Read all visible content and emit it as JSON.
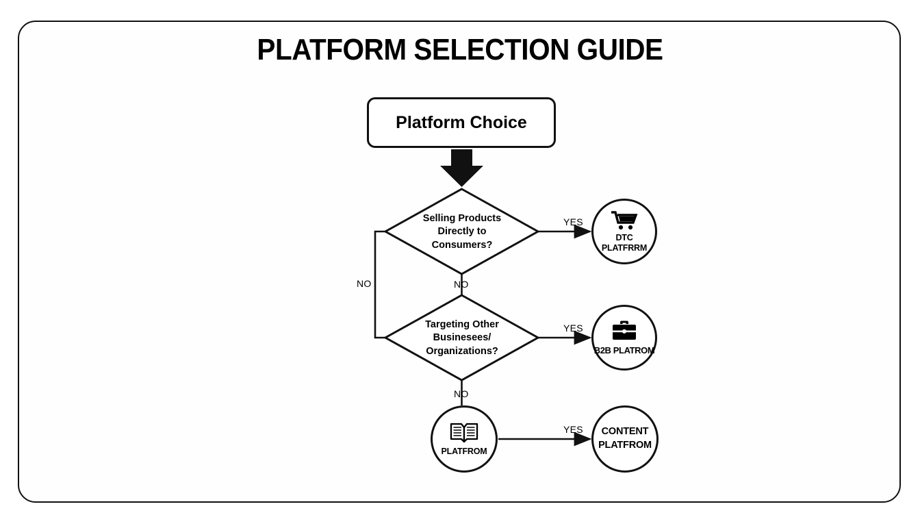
{
  "document": {
    "title": "PLATFORM SELECTION GUIDE"
  },
  "flow": {
    "start": {
      "label": "Platform Choice",
      "shape": "rounded-rectangle"
    },
    "decisions": [
      {
        "id": "dtc-question",
        "lines": [
          "Selling Products",
          "Directly to",
          "Consumers?"
        ],
        "shape": "diamond"
      },
      {
        "id": "b2b-question",
        "lines": [
          "Targeting Other",
          "Businesees/",
          "Organizations?"
        ],
        "shape": "diamond"
      }
    ],
    "outcomes": [
      {
        "id": "dtc-platform",
        "icon": "shopping-cart-icon",
        "lines": [
          "DTC",
          "PLATFRRM"
        ],
        "shape": "circle"
      },
      {
        "id": "b2b-platform",
        "icon": "briefcase-icon",
        "lines": [
          "B2B PLATROM"
        ],
        "shape": "circle"
      },
      {
        "id": "book-platform",
        "icon": "open-book-icon",
        "lines": [
          "PLATFROM"
        ],
        "shape": "circle"
      },
      {
        "id": "content-platform",
        "icon": "none",
        "lines": [
          "CONTENT",
          "PLATFROM"
        ],
        "shape": "circle"
      }
    ],
    "edges": [
      {
        "id": "start-to-dtc-question",
        "label": "",
        "marker": "block-arrow"
      },
      {
        "id": "dtc-yes",
        "label": "YES",
        "marker": "arrow"
      },
      {
        "id": "dtc-no-left",
        "label": "NO",
        "marker": "none"
      },
      {
        "id": "dtc-no-down",
        "label": "NO",
        "marker": "none"
      },
      {
        "id": "b2b-yes",
        "label": "YES",
        "marker": "arrow"
      },
      {
        "id": "b2b-no-down",
        "label": "NO",
        "marker": "none"
      },
      {
        "id": "book-yes",
        "label": "YES",
        "marker": "arrow"
      }
    ]
  },
  "colors": {
    "stroke": "#111111",
    "background": "#ffffff",
    "text": "#000000"
  }
}
